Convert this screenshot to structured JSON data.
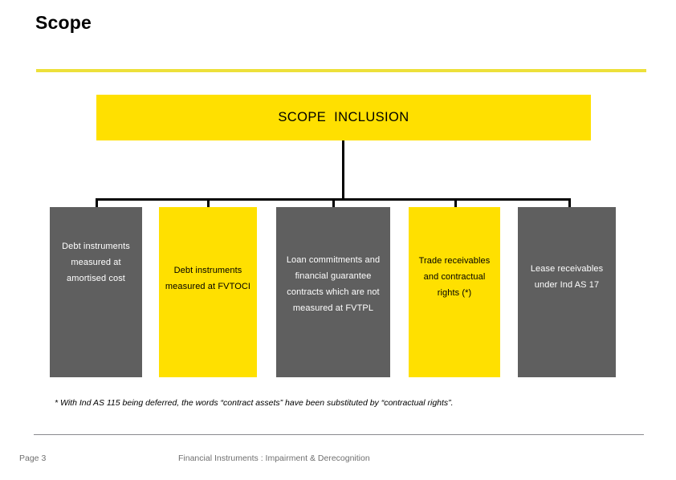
{
  "slide": {
    "title": "Scope",
    "accent_rule_color": "#EDE03A",
    "banner": {
      "label": "SCOPE  INCLUSION",
      "background_color": "#FFE000",
      "text_color": "#000000"
    },
    "colors": {
      "gray_box": "#5F5F5F",
      "yellow_box": "#FFE000",
      "connector": "#000000",
      "footer_rule": "#8A8A8E",
      "footer_text": "#6F6F6F"
    },
    "boxes": [
      {
        "id": 1,
        "text": "Debt instruments measured at amortised cost",
        "fill": "gray"
      },
      {
        "id": 2,
        "text": "Debt instruments measured at FVTOCI",
        "fill": "yellow"
      },
      {
        "id": 3,
        "text": "Loan commitments and financial guarantee contracts which are not measured at FVTPL",
        "fill": "gray"
      },
      {
        "id": 4,
        "text": "Trade receivables and contractual rights (*)",
        "fill": "yellow"
      },
      {
        "id": 5,
        "text": "Lease receivables under Ind AS 17",
        "fill": "gray"
      }
    ],
    "footnote": "* With Ind AS 115 being deferred, the words “contract assets” have been substituted by “contractual rights”.",
    "footer": {
      "page_label": "Page 3",
      "subject": "Financial Instruments : Impairment & Derecognition"
    }
  }
}
